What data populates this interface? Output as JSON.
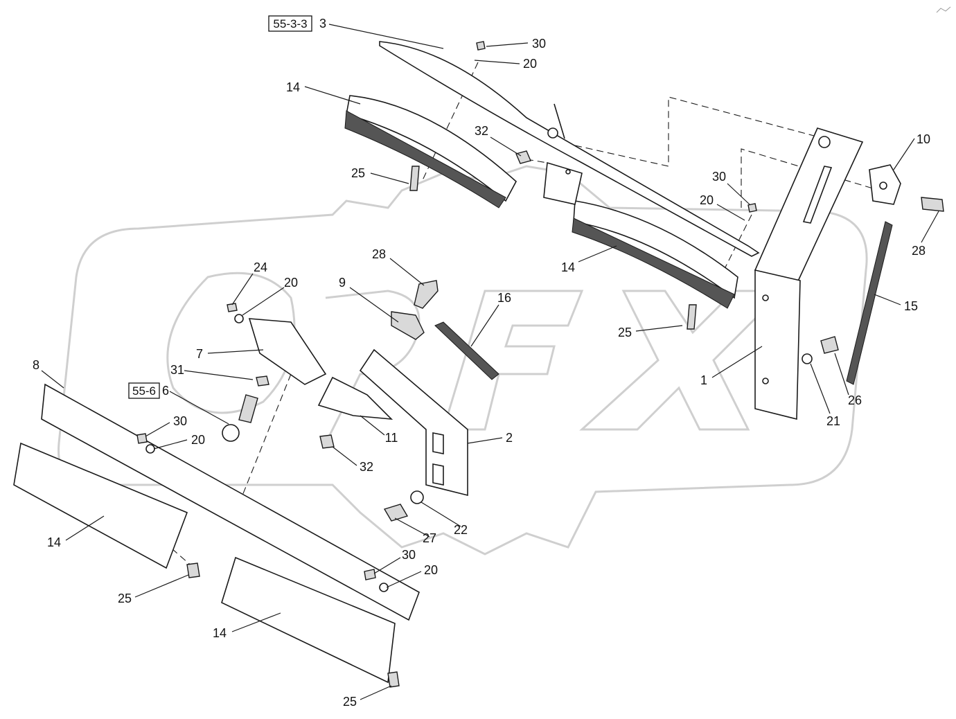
{
  "diagram": {
    "ref_boxes": [
      {
        "id": "ref-55-3-3",
        "text": "55-3-3"
      },
      {
        "id": "ref-55-6",
        "text": "55-6"
      }
    ],
    "callouts": [
      {
        "id": "c1",
        "text": "3"
      },
      {
        "id": "c2",
        "text": "30"
      },
      {
        "id": "c3",
        "text": "20"
      },
      {
        "id": "c4",
        "text": "14"
      },
      {
        "id": "c5",
        "text": "32"
      },
      {
        "id": "c6",
        "text": "10"
      },
      {
        "id": "c7",
        "text": "25"
      },
      {
        "id": "c8",
        "text": "30"
      },
      {
        "id": "c9",
        "text": "20"
      },
      {
        "id": "c10",
        "text": "28"
      },
      {
        "id": "c11",
        "text": "28"
      },
      {
        "id": "c12",
        "text": "14"
      },
      {
        "id": "c13",
        "text": "24"
      },
      {
        "id": "c14",
        "text": "20"
      },
      {
        "id": "c15",
        "text": "9"
      },
      {
        "id": "c16",
        "text": "16"
      },
      {
        "id": "c17",
        "text": "15"
      },
      {
        "id": "c18",
        "text": "25"
      },
      {
        "id": "c19",
        "text": "7"
      },
      {
        "id": "c20",
        "text": "8"
      },
      {
        "id": "c21",
        "text": "31"
      },
      {
        "id": "c22",
        "text": "1"
      },
      {
        "id": "c23",
        "text": "6"
      },
      {
        "id": "c24",
        "text": "26"
      },
      {
        "id": "c25",
        "text": "30"
      },
      {
        "id": "c26",
        "text": "21"
      },
      {
        "id": "c27",
        "text": "20"
      },
      {
        "id": "c28",
        "text": "11"
      },
      {
        "id": "c29",
        "text": "2"
      },
      {
        "id": "c30",
        "text": "32"
      },
      {
        "id": "c31",
        "text": "22"
      },
      {
        "id": "c32",
        "text": "27"
      },
      {
        "id": "c33",
        "text": "14"
      },
      {
        "id": "c34",
        "text": "30"
      },
      {
        "id": "c35",
        "text": "20"
      },
      {
        "id": "c36",
        "text": "25"
      },
      {
        "id": "c37",
        "text": "14"
      },
      {
        "id": "c38",
        "text": "25"
      }
    ]
  }
}
